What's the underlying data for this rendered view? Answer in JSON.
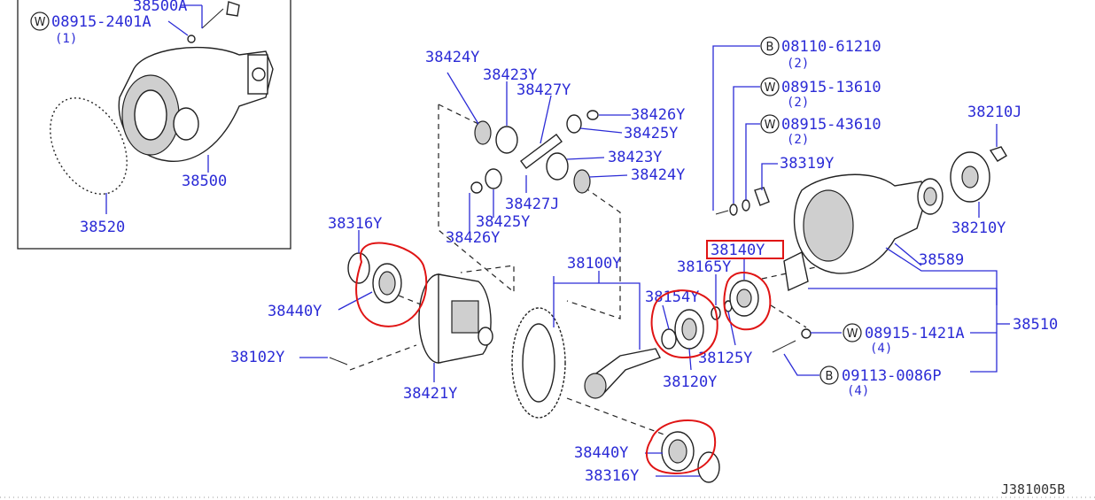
{
  "diagram": {
    "inset_labels": {
      "p38500a": "38500A",
      "w08915_2401a": "08915-2401A",
      "qty_1": "(1)",
      "p38500": "38500",
      "p38520": "38520"
    },
    "labels": {
      "p38424y_top": "38424Y",
      "p38423y_top": "38423Y",
      "p38427y": "38427Y",
      "p38426y_right": "38426Y",
      "p38425y_right": "38425Y",
      "p38423y_mid": "38423Y",
      "p38424y_mid": "38424Y",
      "p38427j": "38427J",
      "p38425y_left": "38425Y",
      "p38426y_left": "38426Y",
      "p38316y_top": "38316Y",
      "p38440y_top": "38440Y",
      "p38102y": "38102Y",
      "p38421y": "38421Y",
      "p38100y": "38100Y",
      "p38154y": "38154Y",
      "p38165y": "38165Y",
      "p38140y": "38140Y",
      "p38125y": "38125Y",
      "p38120y": "38120Y",
      "p38440y_bottom": "38440Y",
      "p38316y_bottom": "38316Y",
      "b08110_61210": "08110-61210",
      "qty_b08110": "(2)",
      "w08915_13610": "08915-13610",
      "qty_w13610": "(2)",
      "w08915_43610": "08915-43610",
      "qty_w43610": "(2)",
      "p38319y": "38319Y",
      "p38210j": "38210J",
      "p38210y": "38210Y",
      "p38589": "38589",
      "p38510": "38510",
      "w08915_1421a": "08915-1421A",
      "qty_w1421a": "(4)",
      "b09113_0086p": "09113-0086P",
      "qty_b0086p": "(4)"
    },
    "symbols": {
      "washer": "W",
      "bolt": "B"
    },
    "diagram_code": "J381005B",
    "colors": {
      "label_blue": "#2b2bd6",
      "highlight_red": "#e01414",
      "line": "#222222"
    }
  }
}
